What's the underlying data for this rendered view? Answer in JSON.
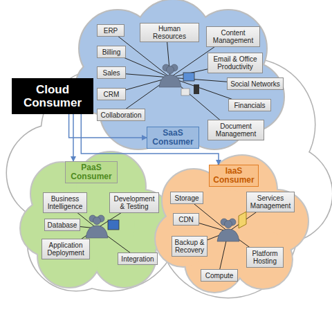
{
  "diagram": {
    "nodes": [
      {
        "text": [
          "Cloud Consumer"
        ]
      },
      {
        "text": [
          "ERP"
        ]
      },
      {
        "text": [
          "Human Resources"
        ]
      },
      {
        "text": [
          "Content Management"
        ]
      },
      {
        "text": [
          "Billing"
        ]
      },
      {
        "text": [
          "Email & Office Productivity"
        ]
      },
      {
        "text": [
          "Sales"
        ]
      },
      {
        "text": [
          "Social Networks"
        ]
      },
      {
        "text": [
          "CRM"
        ]
      },
      {
        "text": [
          "Financials"
        ]
      },
      {
        "text": [
          "Collaboration"
        ]
      },
      {
        "text": [
          "Document Management"
        ]
      },
      {
        "text": [
          "SaaS Consumer"
        ]
      },
      {
        "text": [
          "PaaS Consumer"
        ]
      },
      {
        "text": [
          "Business Intelligence"
        ]
      },
      {
        "text": [
          "Development & Testing"
        ]
      },
      {
        "text": [
          "Database"
        ]
      },
      {
        "text": [
          "Application Deployment"
        ]
      },
      {
        "text": [
          "Integration"
        ]
      },
      {
        "text": [
          "IaaS Consumer"
        ]
      },
      {
        "text": [
          "Storage"
        ]
      },
      {
        "text": [
          "Services Management"
        ]
      },
      {
        "text": [
          "CDN"
        ]
      },
      {
        "text": [
          "Backup & Recovery"
        ]
      },
      {
        "text": [
          "Platform Hosting"
        ]
      },
      {
        "text": [
          "Compute"
        ]
      }
    ],
    "edges": [
      {
        "from": 0,
        "to": 12,
        "arrow": "to"
      },
      {
        "from": 0,
        "to": 13,
        "arrow": "to"
      },
      {
        "from": 0,
        "to": 19,
        "arrow": "to"
      }
    ]
  }
}
